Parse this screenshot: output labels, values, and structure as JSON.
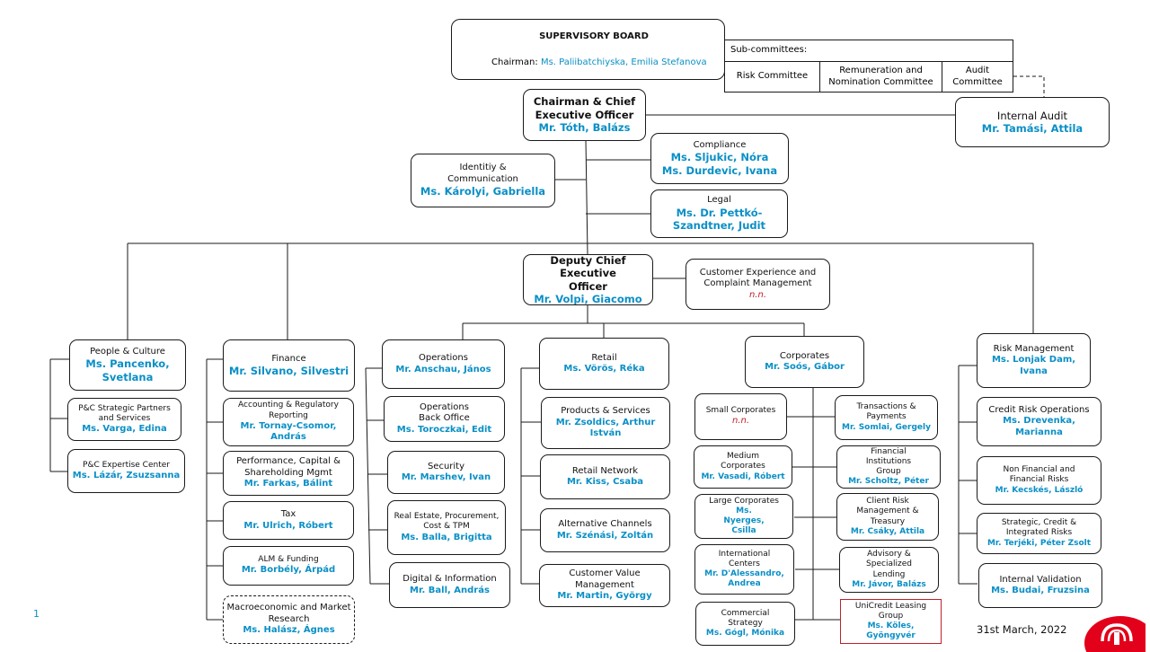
{
  "page_number": "1",
  "date": "31st March, 2022",
  "supervisory_board": {
    "title": "SUPERVISORY BOARD",
    "chairman_label": "Chairman:",
    "chairman_name": "Ms. Paliibatchiyska, Emilia Stefanova",
    "subcommittees_label": "Sub-committees:",
    "committees": [
      "Risk Committee",
      "Remuneration and Nomination Committee",
      "Audit Committee"
    ]
  },
  "internal_audit": {
    "title": "Internal Audit",
    "name": "Mr. Tamási, Attila"
  },
  "ceo": {
    "title": "Chairman & Chief Executive Officer",
    "name": "Mr. Tóth, Balázs"
  },
  "compliance": {
    "title": "Compliance",
    "name": "Ms. Sljukic, Nóra Ms. Durdevic, Ivana"
  },
  "identity": {
    "title": "Identitiy & Communication",
    "name": "Ms. Károlyi, Gabriella"
  },
  "legal": {
    "title": "Legal",
    "name": "Ms. Dr. Pettkó-Szandtner, Judit"
  },
  "deputy_ceo": {
    "title": "Deputy Chief Executive Officer",
    "name": "Mr. Volpi, Giacomo"
  },
  "customer_experience": {
    "title": "Customer Experience and Complaint Management",
    "name": "n.n."
  },
  "people": {
    "title": "People & Culture",
    "name": "Ms. Pancenko, Svetlana"
  },
  "people_children": [
    {
      "title": "P&C Strategic Partners and Services",
      "name": "Ms. Varga, Edina"
    },
    {
      "title": "P&C Expertise Center",
      "name": "Ms. Lázár, Zsuzsanna"
    }
  ],
  "finance": {
    "title": "Finance",
    "name": "Mr. Silvano, Silvestri"
  },
  "finance_children": [
    {
      "title": "Accounting & Regulatory Reporting",
      "name": "Mr. Tornay-Csomor, András"
    },
    {
      "title": "Performance, Capital & Shareholding Mgmt",
      "name": "Mr. Farkas, Bálint"
    },
    {
      "title": "Tax",
      "name": "Mr. Ulrich, Róbert"
    },
    {
      "title": "ALM & Funding",
      "name": "Mr. Borbély, Árpád"
    },
    {
      "title": "Macroeconomic and Market Research",
      "name": "Ms. Halász, Ágnes"
    }
  ],
  "operations": {
    "title": "Operations",
    "name": "Mr. Anschau, János"
  },
  "operations_children": [
    {
      "title": "Operations Back Office",
      "name": "Ms. Toroczkai, Edit"
    },
    {
      "title": "Security",
      "name": "Mr. Marshev, Ivan"
    },
    {
      "title": "Real Estate, Procurement, Cost & TPM",
      "name": "Ms. Balla, Brigitta"
    },
    {
      "title": "Digital & Information",
      "name": "Mr. Ball, András"
    }
  ],
  "retail": {
    "title": "Retail",
    "name": "Ms. Vörös, Réka"
  },
  "retail_children": [
    {
      "title": "Products & Services",
      "name": "Mr. Zsoldics, Arthur István"
    },
    {
      "title": "Retail Network",
      "name": "Mr. Kiss, Csaba"
    },
    {
      "title": "Alternative Channels",
      "name": "Mr. Szénási, Zoltán"
    },
    {
      "title": "Customer Value Management",
      "name": "Mr. Martin, György"
    }
  ],
  "corporates": {
    "title": "Corporates",
    "name": "Mr. Soós, Gábor"
  },
  "corporates_left": [
    {
      "title": "Small Corporates",
      "name": "n.n."
    },
    {
      "title": "Medium Corporates",
      "name": "Mr. Vasadi, Róbert"
    },
    {
      "title": "Large Corporates",
      "name": "Ms. Nyerges, Csilla"
    },
    {
      "title": "International Centers",
      "name": "Mr. D'Alessandro, Andrea"
    },
    {
      "title": "Commercial Strategy",
      "name": "Ms. Gógl, Mónika"
    }
  ],
  "corporates_right": [
    {
      "title": "Transactions & Payments",
      "name": "Mr. Somlai, Gergely"
    },
    {
      "title": "Financial Institutions Group",
      "name": "Mr. Scholtz, Péter"
    },
    {
      "title": "Client Risk Management & Treasury",
      "name": "Mr. Csáky, Attila"
    },
    {
      "title": "Advisory & Specialized Lending",
      "name": "Mr. Jávor, Balázs"
    },
    {
      "title": "UniCredit Leasing Group",
      "name": "Ms. Köles, Gyöngyvér"
    }
  ],
  "risk": {
    "title": "Risk Management",
    "name": "Ms. Lonjak Dam, Ivana"
  },
  "risk_children": [
    {
      "title": "Credit Risk Operations",
      "name": "Ms. Drevenka, Marianna"
    },
    {
      "title": "Non Financial and Financial Risks",
      "name": "Mr. Kecskés, László"
    },
    {
      "title": "Strategic, Credit & Integrated Risks",
      "name": "Mr. Terjéki, Péter Zsolt"
    },
    {
      "title": "Internal Validation",
      "name": "Ms. Budai, Fruzsina"
    }
  ],
  "colors": {
    "name_blue": "#0a8fc6",
    "vacancy_red": "#c0202a",
    "logo_red": "#e2001a",
    "line": "#1a1a1a"
  }
}
